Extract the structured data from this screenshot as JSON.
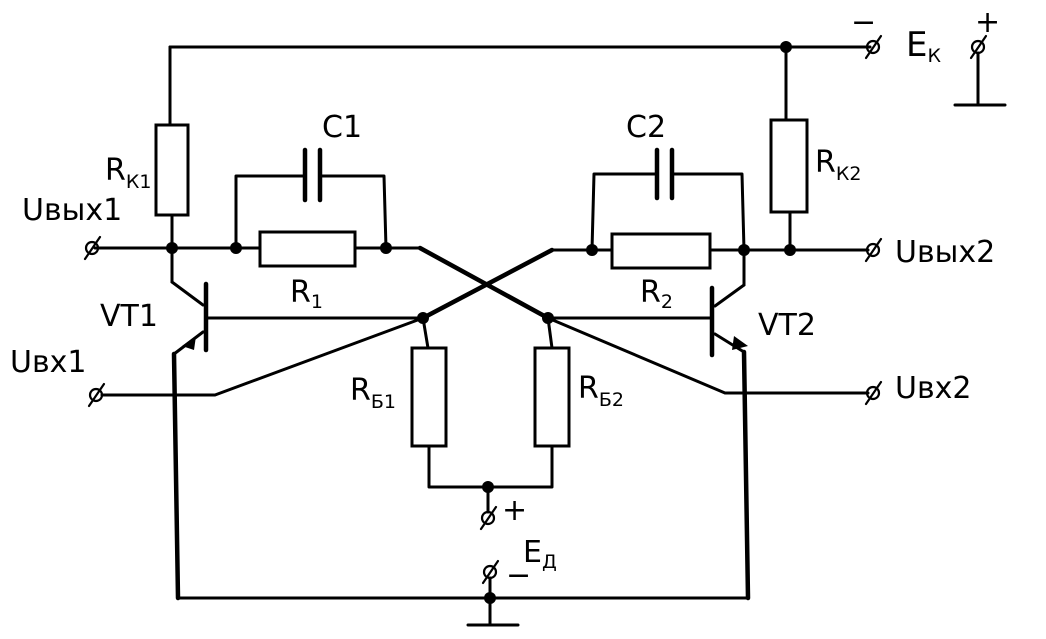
{
  "labels": {
    "ek_main": "E",
    "ek_sub": "К",
    "ek_minus": "−",
    "ek_plus": "+",
    "c1": "C1",
    "c2": "C2",
    "rk1_main": "R",
    "rk1_sub": "К1",
    "rk2_main": "R",
    "rk2_sub": "К2",
    "r1_main": "R",
    "r1_sub": "1",
    "r2_main": "R",
    "r2_sub": "2",
    "rb1_main": "R",
    "rb1_sub": "Б1",
    "rb2_main": "R",
    "rb2_sub": "Б2",
    "vt1": "VT1",
    "vt2": "VT2",
    "uout1": "Uвых1",
    "uout2": "Uвых2",
    "uin1": "Uвх1",
    "uin2": "Uвх2",
    "ed_main": "E",
    "ed_sub": "Д",
    "ed_plus": "+",
    "ed_minus": "−"
  }
}
